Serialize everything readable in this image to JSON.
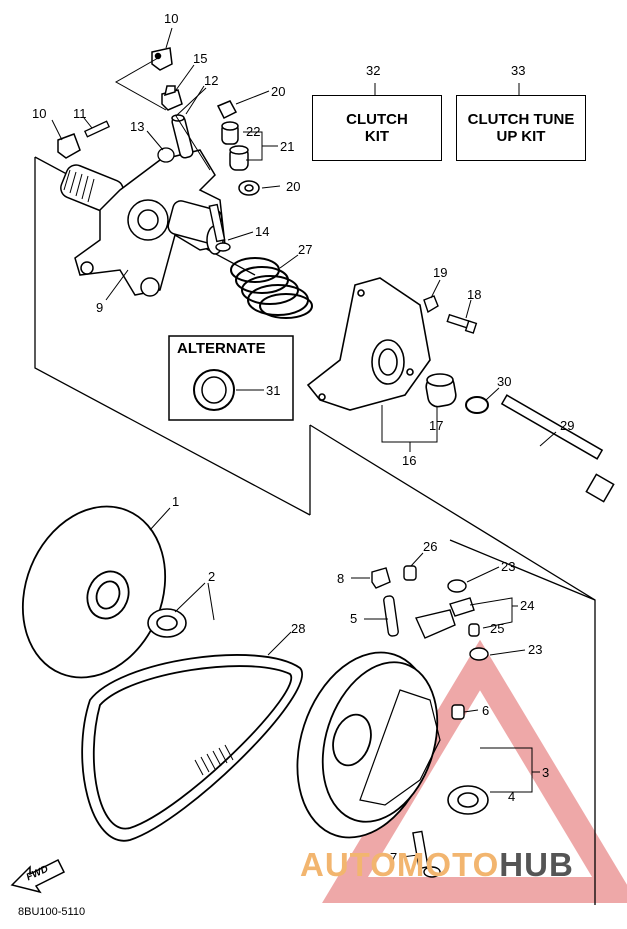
{
  "callouts": {
    "c1": "1",
    "c2": "2",
    "c3": "3",
    "c4": "4",
    "c5": "5",
    "c6": "6",
    "c7": "7",
    "c8": "8",
    "c9": "9",
    "c10a": "10",
    "c10b": "10",
    "c11": "11",
    "c12": "12",
    "c13": "13",
    "c14": "14",
    "c15": "15",
    "c16": "16",
    "c17": "17",
    "c18": "18",
    "c19": "19",
    "c20a": "20",
    "c20b": "20",
    "c21": "21",
    "c22": "22",
    "c23a": "23",
    "c23b": "23",
    "c24": "24",
    "c25": "25",
    "c26": "26",
    "c27": "27",
    "c28": "28",
    "c29": "29",
    "c30": "30",
    "c31": "31",
    "c32": "32",
    "c33": "33"
  },
  "kits": {
    "clutch_kit": "CLUTCH\nKIT",
    "clutch_tune_up_kit": "CLUTCH TUNE\nUP KIT"
  },
  "alternate_label": "ALTERNATE",
  "fwd_label": "FWD",
  "diagram_code": "8BU100-5110",
  "watermark": {
    "auto": "AUTO",
    "moto": "MOTO",
    "hub": "HUB"
  },
  "colors": {
    "line": "#000000",
    "watermark_orange": "#f2b56f",
    "watermark_red": "#d9534f",
    "watermark_gray": "#555555"
  }
}
